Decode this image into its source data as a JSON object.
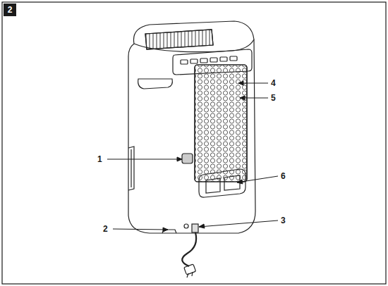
{
  "diagram": {
    "nodes": [
      {
        "text": [
          "2"
        ]
      }
    ],
    "labels": [
      "4",
      "5",
      "1",
      "6",
      "2",
      "3"
    ]
  }
}
